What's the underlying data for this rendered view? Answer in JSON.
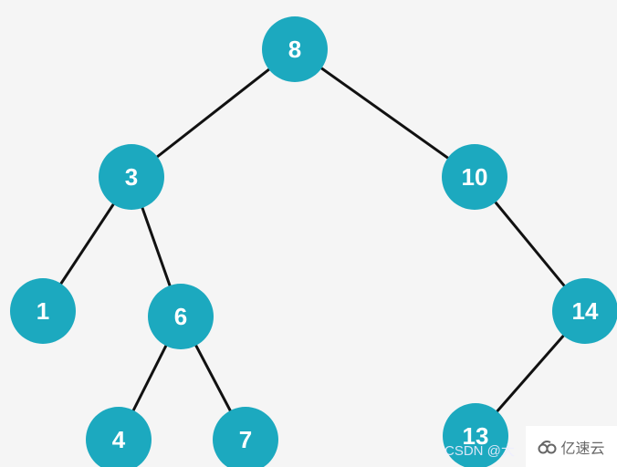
{
  "tree": {
    "node_color": "#1ca9bf",
    "edge_color": "#111111",
    "background": "#f5f5f5",
    "nodes": [
      {
        "id": "n8",
        "label": "8"
      },
      {
        "id": "n3",
        "label": "3"
      },
      {
        "id": "n10",
        "label": "10"
      },
      {
        "id": "n1",
        "label": "1"
      },
      {
        "id": "n6",
        "label": "6"
      },
      {
        "id": "n14",
        "label": "14"
      },
      {
        "id": "n4",
        "label": "4"
      },
      {
        "id": "n7",
        "label": "7"
      },
      {
        "id": "n13",
        "label": "13"
      }
    ],
    "edges": [
      [
        "n8",
        "n3"
      ],
      [
        "n8",
        "n10"
      ],
      [
        "n3",
        "n1"
      ],
      [
        "n3",
        "n6"
      ],
      [
        "n10",
        "n14"
      ],
      [
        "n6",
        "n4"
      ],
      [
        "n6",
        "n7"
      ],
      [
        "n14",
        "n13"
      ]
    ]
  },
  "watermarks": {
    "csdn": "CSDN @大",
    "yisu": "亿速云",
    "yisu_icon": "cloud-logo-icon"
  }
}
